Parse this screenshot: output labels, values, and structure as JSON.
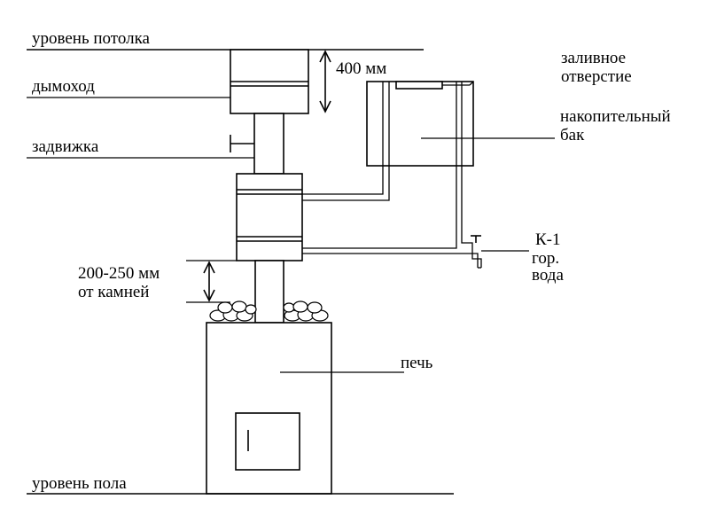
{
  "diagram": {
    "labels": {
      "ceiling_level": "уровень потолка",
      "chimney": "дымоход",
      "damper": "задвижка",
      "clearance_top": "400 мм",
      "filler_line1": "заливное",
      "filler_line2": "отверстие",
      "tank_line1": "накопительный",
      "tank_line2": "бак",
      "tap_line1": "К-1",
      "tap_line2": "гор.",
      "tap_line3": "вода",
      "clearance_stones_line1": "200-250 мм",
      "clearance_stones_line2": "от камней",
      "stove": "печь",
      "floor_level": "уровень пола"
    }
  }
}
